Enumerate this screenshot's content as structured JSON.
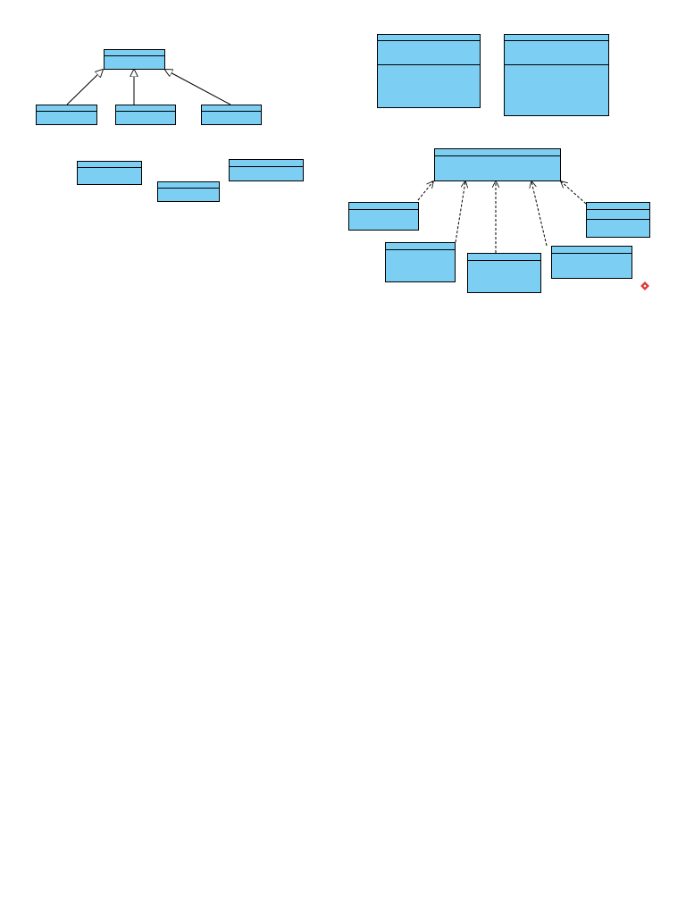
{
  "diagram": {
    "type": "uml-class-diagram",
    "class_fill": "#7ccff3",
    "class_stroke": "#000000",
    "page_background": "#ffffff",
    "marker_color": "#e0383b",
    "classes": [
      {
        "id": "a-parent",
        "name": "",
        "compartments": 2
      },
      {
        "id": "a-child-1",
        "name": "",
        "compartments": 2
      },
      {
        "id": "a-child-2",
        "name": "",
        "compartments": 2
      },
      {
        "id": "a-child-3",
        "name": "",
        "compartments": 2
      },
      {
        "id": "b-left",
        "name": "",
        "compartments": 2
      },
      {
        "id": "b-mid",
        "name": "",
        "compartments": 2
      },
      {
        "id": "b-right",
        "name": "",
        "compartments": 2
      },
      {
        "id": "c-left",
        "name": "",
        "compartments": 2
      },
      {
        "id": "c-right",
        "name": "",
        "compartments": 2
      },
      {
        "id": "d-center",
        "name": "",
        "compartments": 2
      },
      {
        "id": "d-left",
        "name": "",
        "compartments": 2
      },
      {
        "id": "d-low-1",
        "name": "",
        "compartments": 2
      },
      {
        "id": "d-low-2",
        "name": "",
        "compartments": 2
      },
      {
        "id": "d-low-3",
        "name": "",
        "compartments": 2
      },
      {
        "id": "d-right",
        "name": "",
        "compartments": 3
      }
    ],
    "relations": [
      {
        "from": "a-child-1",
        "to": "a-parent",
        "kind": "generalization"
      },
      {
        "from": "a-child-2",
        "to": "a-parent",
        "kind": "generalization"
      },
      {
        "from": "a-child-3",
        "to": "a-parent",
        "kind": "generalization"
      },
      {
        "from": "d-left",
        "to": "d-center",
        "kind": "dependency"
      },
      {
        "from": "d-low-1",
        "to": "d-center",
        "kind": "dependency"
      },
      {
        "from": "d-low-2",
        "to": "d-center",
        "kind": "dependency"
      },
      {
        "from": "d-low-3",
        "to": "d-center",
        "kind": "dependency"
      },
      {
        "from": "d-right",
        "to": "d-center",
        "kind": "dependency"
      }
    ]
  }
}
